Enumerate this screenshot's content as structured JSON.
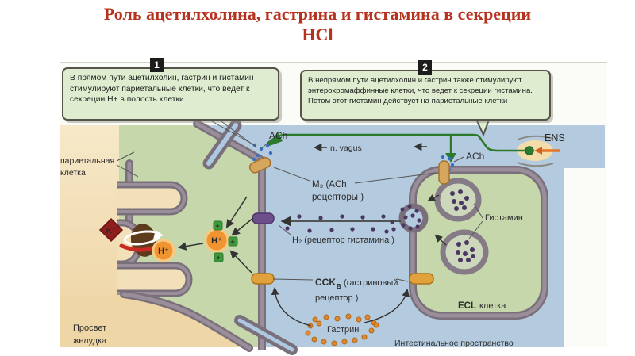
{
  "title": {
    "line1": "Роль ацетилхолина, гастрина и гистамина в секреции",
    "line2": "HCl"
  },
  "callouts": {
    "box1": {
      "tag": "1",
      "lines": [
        "В прямом пути ацетилхолин, гастрин и гистамин",
        "стимулируют париетальные клетки, что ведет к",
        "секреции H+ в полость клетки."
      ]
    },
    "box2": {
      "tag": "2",
      "lines": [
        "В непрямом пути ацетилхолин и гастрин также стимулируют",
        "энтерохромаффинные клетки, что ведет к секреции гистамина.",
        "Потом этот гистамин действует на париетальные клетки"
      ]
    }
  },
  "labels": {
    "parietal_cell_line1": "париетальная",
    "parietal_cell_line2": "клетка",
    "ach_left": "ACh",
    "n_vagus": "n. vagus",
    "ach_right": "ACh",
    "ens": "ENS",
    "m3_line1": "M₃ (ACh",
    "m3_line2": "рецепторы )",
    "h2": "H₂ (рецептор гистамина )",
    "cck_main": "CCK",
    "cck_sub": "B",
    "cck_tail": "(гастриновый",
    "cck_line2": "рецептор )",
    "gastrin": "Гастрин",
    "histamine": "Гистамин",
    "ecl_bold": "ECL",
    "ecl_rest": "клетка",
    "interstitial": "Интестинальное пространство",
    "lumen_line1": "Просвет",
    "lumen_line2": "желудка",
    "h_ion": "H⁺",
    "k_ion": "K⁺",
    "plus": "+"
  },
  "colors": {
    "title_red": "#b5321f",
    "callout_bg": "#dfeccf",
    "membrane": "#7a707c",
    "membrane_core": "#998e9a",
    "cell_green": "#c6d7ab",
    "interstitial_blue": "#b4cbdf",
    "lumen_tan": "#f1ddb0",
    "canaliculus_blue": "#adc9e2",
    "nerve_green": "#2c7a2e",
    "ach_dot_blue": "#3a6ec2",
    "histamine_dot": "#4a3763",
    "gastrin_dot": "#e0892c",
    "receptor_tan": "#d6a55e",
    "receptor_purple": "#6d4f8c",
    "receptor_orange": "#e2a23b",
    "h_ion_orange": "#ef9430",
    "k_diamond_red": "#8e1f1f",
    "plus_green": "#3f9a3c",
    "pump_brown": "#5c3c1c"
  }
}
